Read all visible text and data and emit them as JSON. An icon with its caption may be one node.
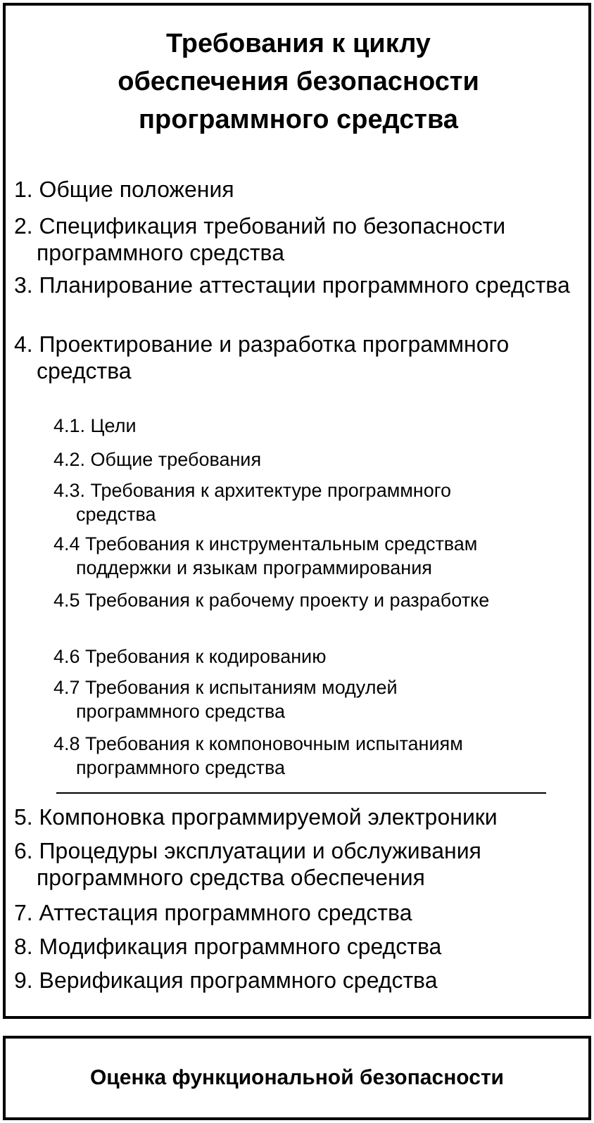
{
  "diagram": {
    "nodes": [
      {
        "text": [
          "Требования к циклу обеспечения безопасности программного средства",
          "1. Общие положения",
          "2. Спецификация требований по безопасности программного средства",
          "3. Планирование аттестации программного средства",
          "4. Проектирование и разработка программного средства",
          "4.1. Цели",
          "4.2. Общие требования",
          "4.3. Требования к архитектуре программного средства",
          "4.4 Требования к инструментальным средствам поддержки и языкам программирования",
          "4.5 Требования к рабочему проекту и разработке",
          "4.6 Требования к кодированию",
          "4.7 Требования к испытаниям модулей программного средства",
          "4.8 Требования к компоновочным испытаниям программного средства",
          "5. Компоновка программируемой электроники",
          "6. Процедуры эксплуатации и обслуживания программного средства обеспечения",
          "7. Аттестация программного средства",
          "8. Модификация программного средства",
          "9. Верификация программного средства"
        ]
      },
      {
        "text": [
          "Оценка функциональной безопасности"
        ]
      }
    ]
  }
}
